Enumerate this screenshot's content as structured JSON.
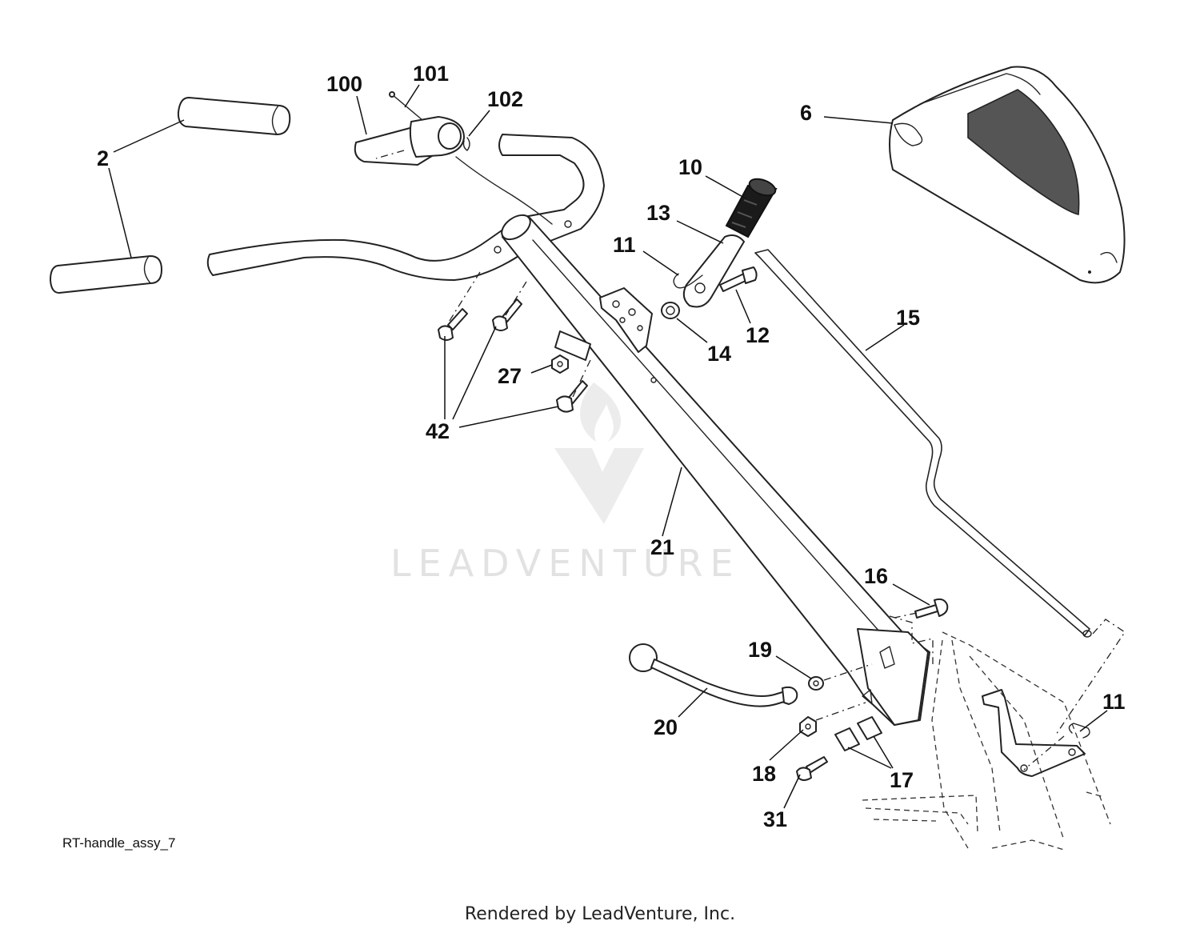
{
  "diagram": {
    "callouts": [
      "2",
      "2",
      "100",
      "101",
      "102",
      "6",
      "10",
      "13",
      "11",
      "12",
      "14",
      "15",
      "27",
      "42",
      "21",
      "16",
      "19",
      "20",
      "18",
      "17",
      "31",
      "11"
    ],
    "reference": "RT-handle_assy_7",
    "watermark": "LEADVENTURE",
    "footer": "Rendered by LeadVenture, Inc."
  }
}
